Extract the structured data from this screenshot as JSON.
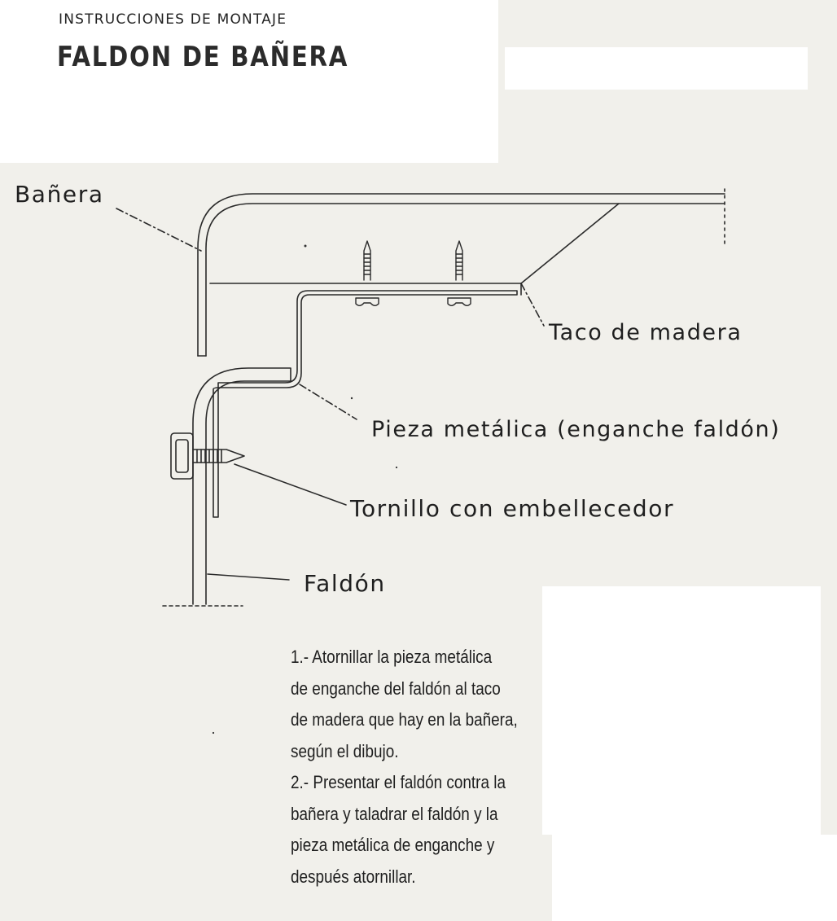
{
  "header": {
    "subtitle": "INSTRUCCIONES DE MONTAJE",
    "title": "FALDON DE BAÑERA"
  },
  "diagram": {
    "labels": {
      "banera": "Bañera",
      "taco": "Taco de madera",
      "pieza": "Pieza metálica (enganche faldón)",
      "tornillo": "Tornillo con embellecedor",
      "faldon": "Faldón"
    }
  },
  "instructions": {
    "lines": [
      "1.- Atornillar la pieza metálica",
      "de enganche del faldón al taco",
      "de madera que hay en la bañera,",
      "según el dibujo.",
      "2.- Presentar el faldón contra la",
      "bañera y taladrar el faldón y la",
      "pieza metálica de enganche y",
      "después atornillar."
    ]
  }
}
